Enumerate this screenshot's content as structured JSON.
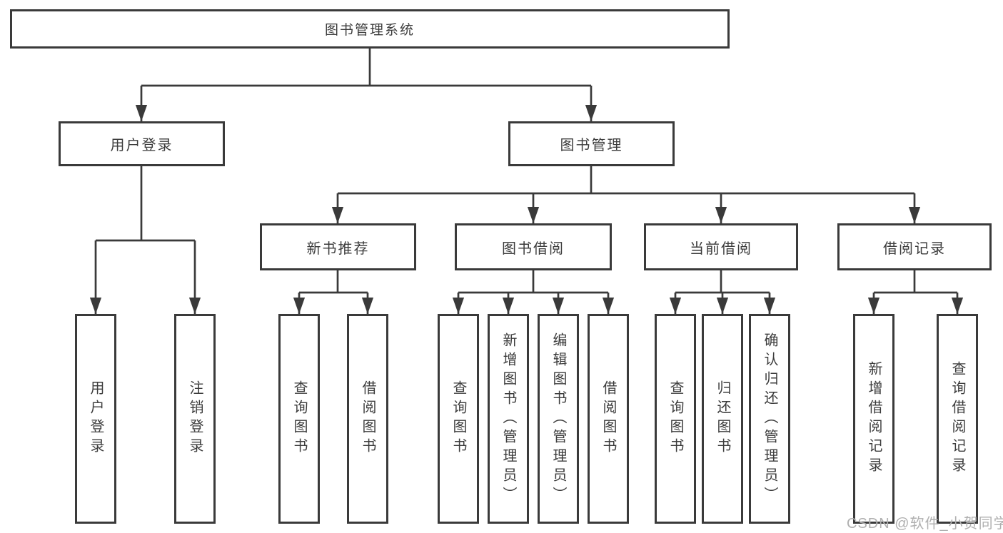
{
  "diagram_type": "hierarchy-tree",
  "colors": {
    "line": "#3a3a3a",
    "text": "#3c3c3c",
    "watermark": "#b0b0b0",
    "background": "#ffffff"
  },
  "watermark": "CSDN @软件_小贺同学",
  "tree": {
    "label": "图书管理系统",
    "children": [
      {
        "label": "用户登录",
        "children": [
          {
            "label": "用户登录"
          },
          {
            "label": "注销登录"
          }
        ]
      },
      {
        "label": "图书管理",
        "children": [
          {
            "label": "新书推荐",
            "children": [
              {
                "label": "查询图书"
              },
              {
                "label": "借阅图书"
              }
            ]
          },
          {
            "label": "图书借阅",
            "children": [
              {
                "label": "查询图书"
              },
              {
                "label": "新增图书（管理员）"
              },
              {
                "label": "编辑图书（管理员）"
              },
              {
                "label": "借阅图书"
              }
            ]
          },
          {
            "label": "当前借阅",
            "children": [
              {
                "label": "查询图书"
              },
              {
                "label": "归还图书"
              },
              {
                "label": "确认归还（管理员）"
              }
            ]
          },
          {
            "label": "借阅记录",
            "children": [
              {
                "label": "新增借阅记录"
              },
              {
                "label": "查询借阅记录"
              }
            ]
          }
        ]
      }
    ]
  }
}
